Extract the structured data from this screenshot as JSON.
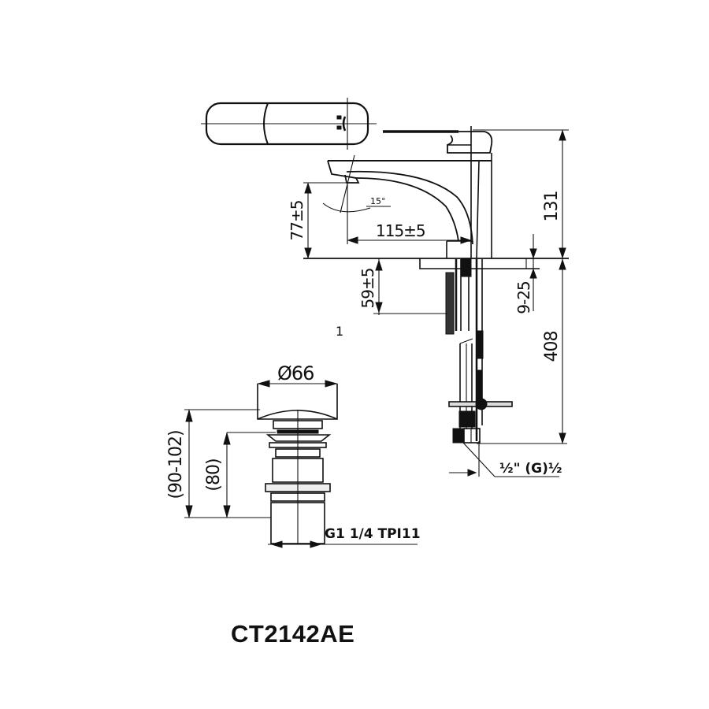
{
  "model": "CT2142AE",
  "faucet": {
    "dimensions": {
      "total_height": "131",
      "spout_height": "77±5",
      "spout_reach": "115±5",
      "spout_angle": "15°",
      "shank_length": "59±5",
      "deck_thickness": "9-25",
      "hose_length": "408",
      "inlet_thread": "½\" (G)½"
    },
    "part_marker": "1"
  },
  "drain": {
    "dimensions": {
      "cap_diameter": "Ø66",
      "height_range": "(90-102)",
      "body_height": "(80)",
      "thread": "G1 1/4 TPI11"
    }
  },
  "colors": {
    "line": "#111111",
    "background": "#ffffff"
  }
}
